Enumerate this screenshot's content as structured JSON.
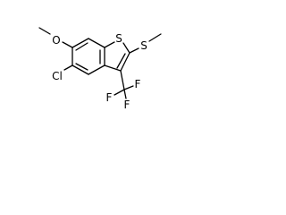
{
  "molecule": {
    "atoms": {
      "o": "O",
      "s_ring": "S",
      "s_methyl": "S",
      "cl": "Cl",
      "f1": "F",
      "f2": "F",
      "f3": "F"
    },
    "colors": {
      "bond": "#000000",
      "label": "#000000",
      "background": "#ffffff"
    }
  }
}
